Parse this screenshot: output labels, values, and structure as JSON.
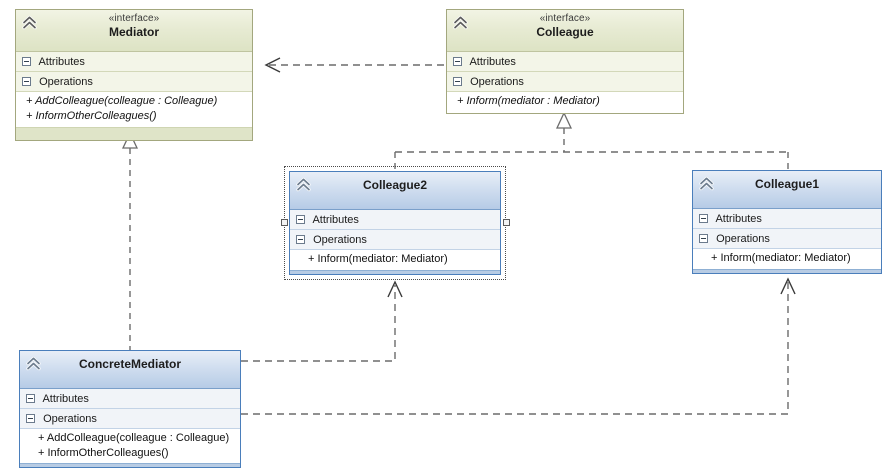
{
  "diagram": {
    "title": "Mediator Pattern UML Class Diagram",
    "background": "#ffffff",
    "colors": {
      "interface_border": "#a3a77e",
      "interface_header": "#dde3c4",
      "interface_compartment": "#f3f5e8",
      "interface_footer": "#dfe4c8",
      "class_border": "#4a7ebb",
      "class_header": "#b6cbe6",
      "class_compartment": "#f1f4f8",
      "class_footer": "#b8cce4",
      "connector": "#6b6b6b",
      "selection": "#4a4a4a"
    }
  },
  "nodes": {
    "mediator": {
      "stereotype": "«interface»",
      "name": "Mediator",
      "attributes_label": "Attributes",
      "operations_label": "Operations",
      "attributes": [],
      "operations": [
        "+ AddColleague(colleague : Colleague)",
        "+ InformOtherColleagues()"
      ],
      "abstract": true,
      "selected": false,
      "icon": "chevron-up-double-icon"
    },
    "colleague": {
      "stereotype": "«interface»",
      "name": "Colleague",
      "attributes_label": "Attributes",
      "operations_label": "Operations",
      "attributes": [],
      "operations": [
        "+ Inform(mediator : Mediator)"
      ],
      "abstract": true,
      "selected": false,
      "icon": "chevron-up-double-icon"
    },
    "colleague2": {
      "stereotype": "",
      "name": "Colleague2",
      "attributes_label": "Attributes",
      "operations_label": "Operations",
      "attributes": [],
      "operations": [
        "+ Inform(mediator: Mediator)"
      ],
      "abstract": false,
      "selected": true,
      "icon": "chevron-up-double-icon"
    },
    "colleague1": {
      "stereotype": "",
      "name": "Colleague1",
      "attributes_label": "Attributes",
      "operations_label": "Operations",
      "attributes": [],
      "operations": [
        "+ Inform(mediator: Mediator)"
      ],
      "abstract": false,
      "selected": false,
      "icon": "chevron-up-double-icon"
    },
    "concrete_mediator": {
      "stereotype": "",
      "name": "ConcreteMediator",
      "attributes_label": "Attributes",
      "operations_label": "Operations",
      "attributes": [],
      "operations": [
        "+ AddColleague(colleague : Colleague)",
        "+ InformOtherColleagues()"
      ],
      "abstract": false,
      "selected": false,
      "icon": "chevron-up-double-icon"
    }
  },
  "connectors": [
    {
      "id": "dependency-colleague-to-mediator",
      "from": "colleague",
      "to": "mediator",
      "type": "dependency",
      "style": "dashed",
      "arrow": "open"
    },
    {
      "id": "realization-concretemediator-to-mediator",
      "from": "concrete_mediator",
      "to": "mediator",
      "type": "realization",
      "style": "dashed",
      "arrow": "hollow-triangle"
    },
    {
      "id": "realization-colleague1-to-colleague",
      "from": "colleague1",
      "to": "colleague",
      "type": "realization",
      "style": "dashed",
      "arrow": "hollow-triangle"
    },
    {
      "id": "realization-colleague2-to-colleague",
      "from": "colleague2",
      "to": "colleague",
      "type": "realization",
      "style": "dashed",
      "arrow": "hollow-triangle"
    },
    {
      "id": "dependency-concretemediator-to-colleague2",
      "from": "concrete_mediator",
      "to": "colleague2",
      "type": "dependency",
      "style": "dashed",
      "arrow": "open"
    },
    {
      "id": "dependency-concretemediator-to-colleague1",
      "from": "concrete_mediator",
      "to": "colleague1",
      "type": "dependency",
      "style": "dashed",
      "arrow": "open"
    }
  ]
}
